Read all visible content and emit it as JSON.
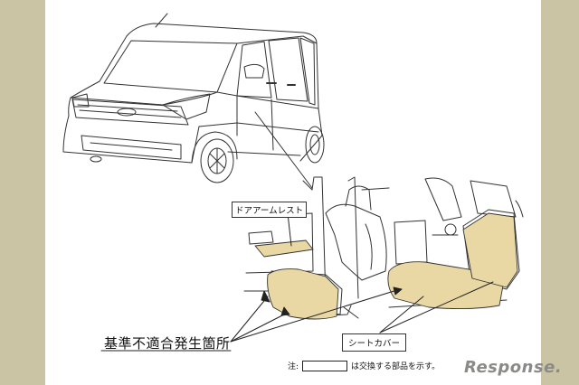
{
  "labels": {
    "door_armrest": "ドアアームレスト",
    "seat_cover": "シートカバー",
    "defect_location": "基準不適合発生箇所"
  },
  "note": {
    "prefix": "注:",
    "text": "は交換する部品を示す。"
  },
  "watermark": {
    "logo_text": "Response."
  },
  "colors": {
    "background": "#cac4a4",
    "highlight_fill": "#ead8a4",
    "line": "#333333"
  }
}
